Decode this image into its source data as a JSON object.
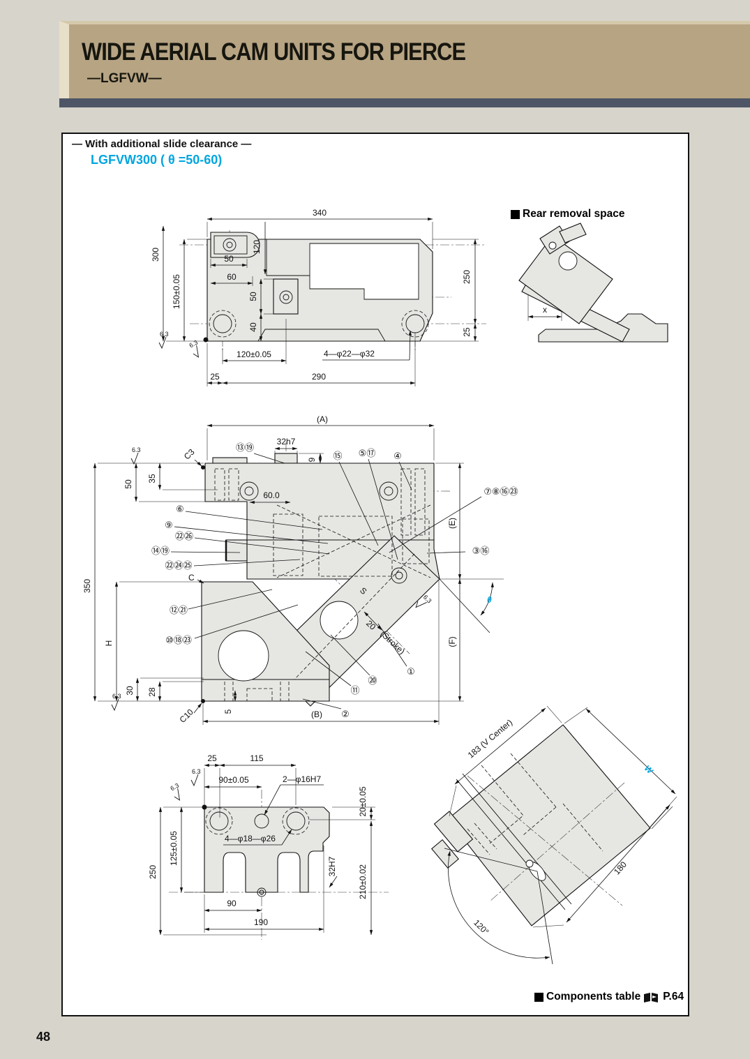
{
  "page_number": "48",
  "header": {
    "title": "WIDE AERIAL CAM UNITS FOR PIERCE",
    "subtitle": "—LGFVW—"
  },
  "intro": {
    "note": "— With additional slide clearance —",
    "model": "LGFVW300 ( θ =50-60)"
  },
  "sections": {
    "rear": "Rear removal space",
    "components": "Components table",
    "components_page": "P.64"
  },
  "finish": "6.3",
  "colors": {
    "accent_cyan": "#00a5e0",
    "band_tan": "#b7a483",
    "bar_slate": "#4e5566",
    "body_gray": "#e6e6e3"
  },
  "top_view": {
    "d340": "340",
    "d120": "120",
    "d300": "300",
    "d150": "150±0.05",
    "d250": "250",
    "d25r": "25",
    "d50": "50",
    "d60": "60",
    "d50b": "50",
    "d40": "40",
    "d120b": "120±0.05",
    "d25": "25",
    "d290": "290",
    "holes": "4—φ22—φ32"
  },
  "front_view": {
    "dA": "(A)",
    "dB": "(B)",
    "dE": "(E)",
    "dF": "(F)",
    "d32h7": "32h7",
    "d9": "9",
    "d60": "60.0",
    "d50": "50",
    "d35": "35",
    "d350": "350",
    "dH": "H",
    "d30": "30",
    "d28": "28",
    "d5": "5",
    "c10": "C10",
    "c": "C",
    "c3": "C3",
    "theta": "θ",
    "d20": "20",
    "stroke": "(Stroke)",
    "s": "S",
    "callouts": {
      "g1": "⑬⑲",
      "g2": "⑮",
      "g3": "⑤⑰",
      "g4": "④",
      "g5": "⑦⑧⑯㉓",
      "g6": "③⑯",
      "g7": "⑥",
      "g8": "⑨",
      "g9": "㉒㉖",
      "g10": "⑭⑲",
      "g11": "㉒㉔㉕",
      "g12": "⑫㉑",
      "g13": "⑩⑱㉓",
      "g14": "⑳",
      "g15": "⑪",
      "g16": "①",
      "g17": "②"
    }
  },
  "bottom_view": {
    "d25": "25",
    "d115": "115",
    "d90t": "90±0.05",
    "h16": "2—φ16H7",
    "d20": "20±0.05",
    "d125": "125±0.05",
    "d250": "250",
    "h18": "4—φ18—φ26",
    "d32": "32H7",
    "d210": "210±0.02",
    "d90": "90",
    "d190": "190"
  },
  "rotated_view": {
    "d183": "183 (V Center)",
    "w": "W",
    "d180": "180",
    "ang": "120°"
  },
  "rear_view": {
    "x": "x"
  }
}
